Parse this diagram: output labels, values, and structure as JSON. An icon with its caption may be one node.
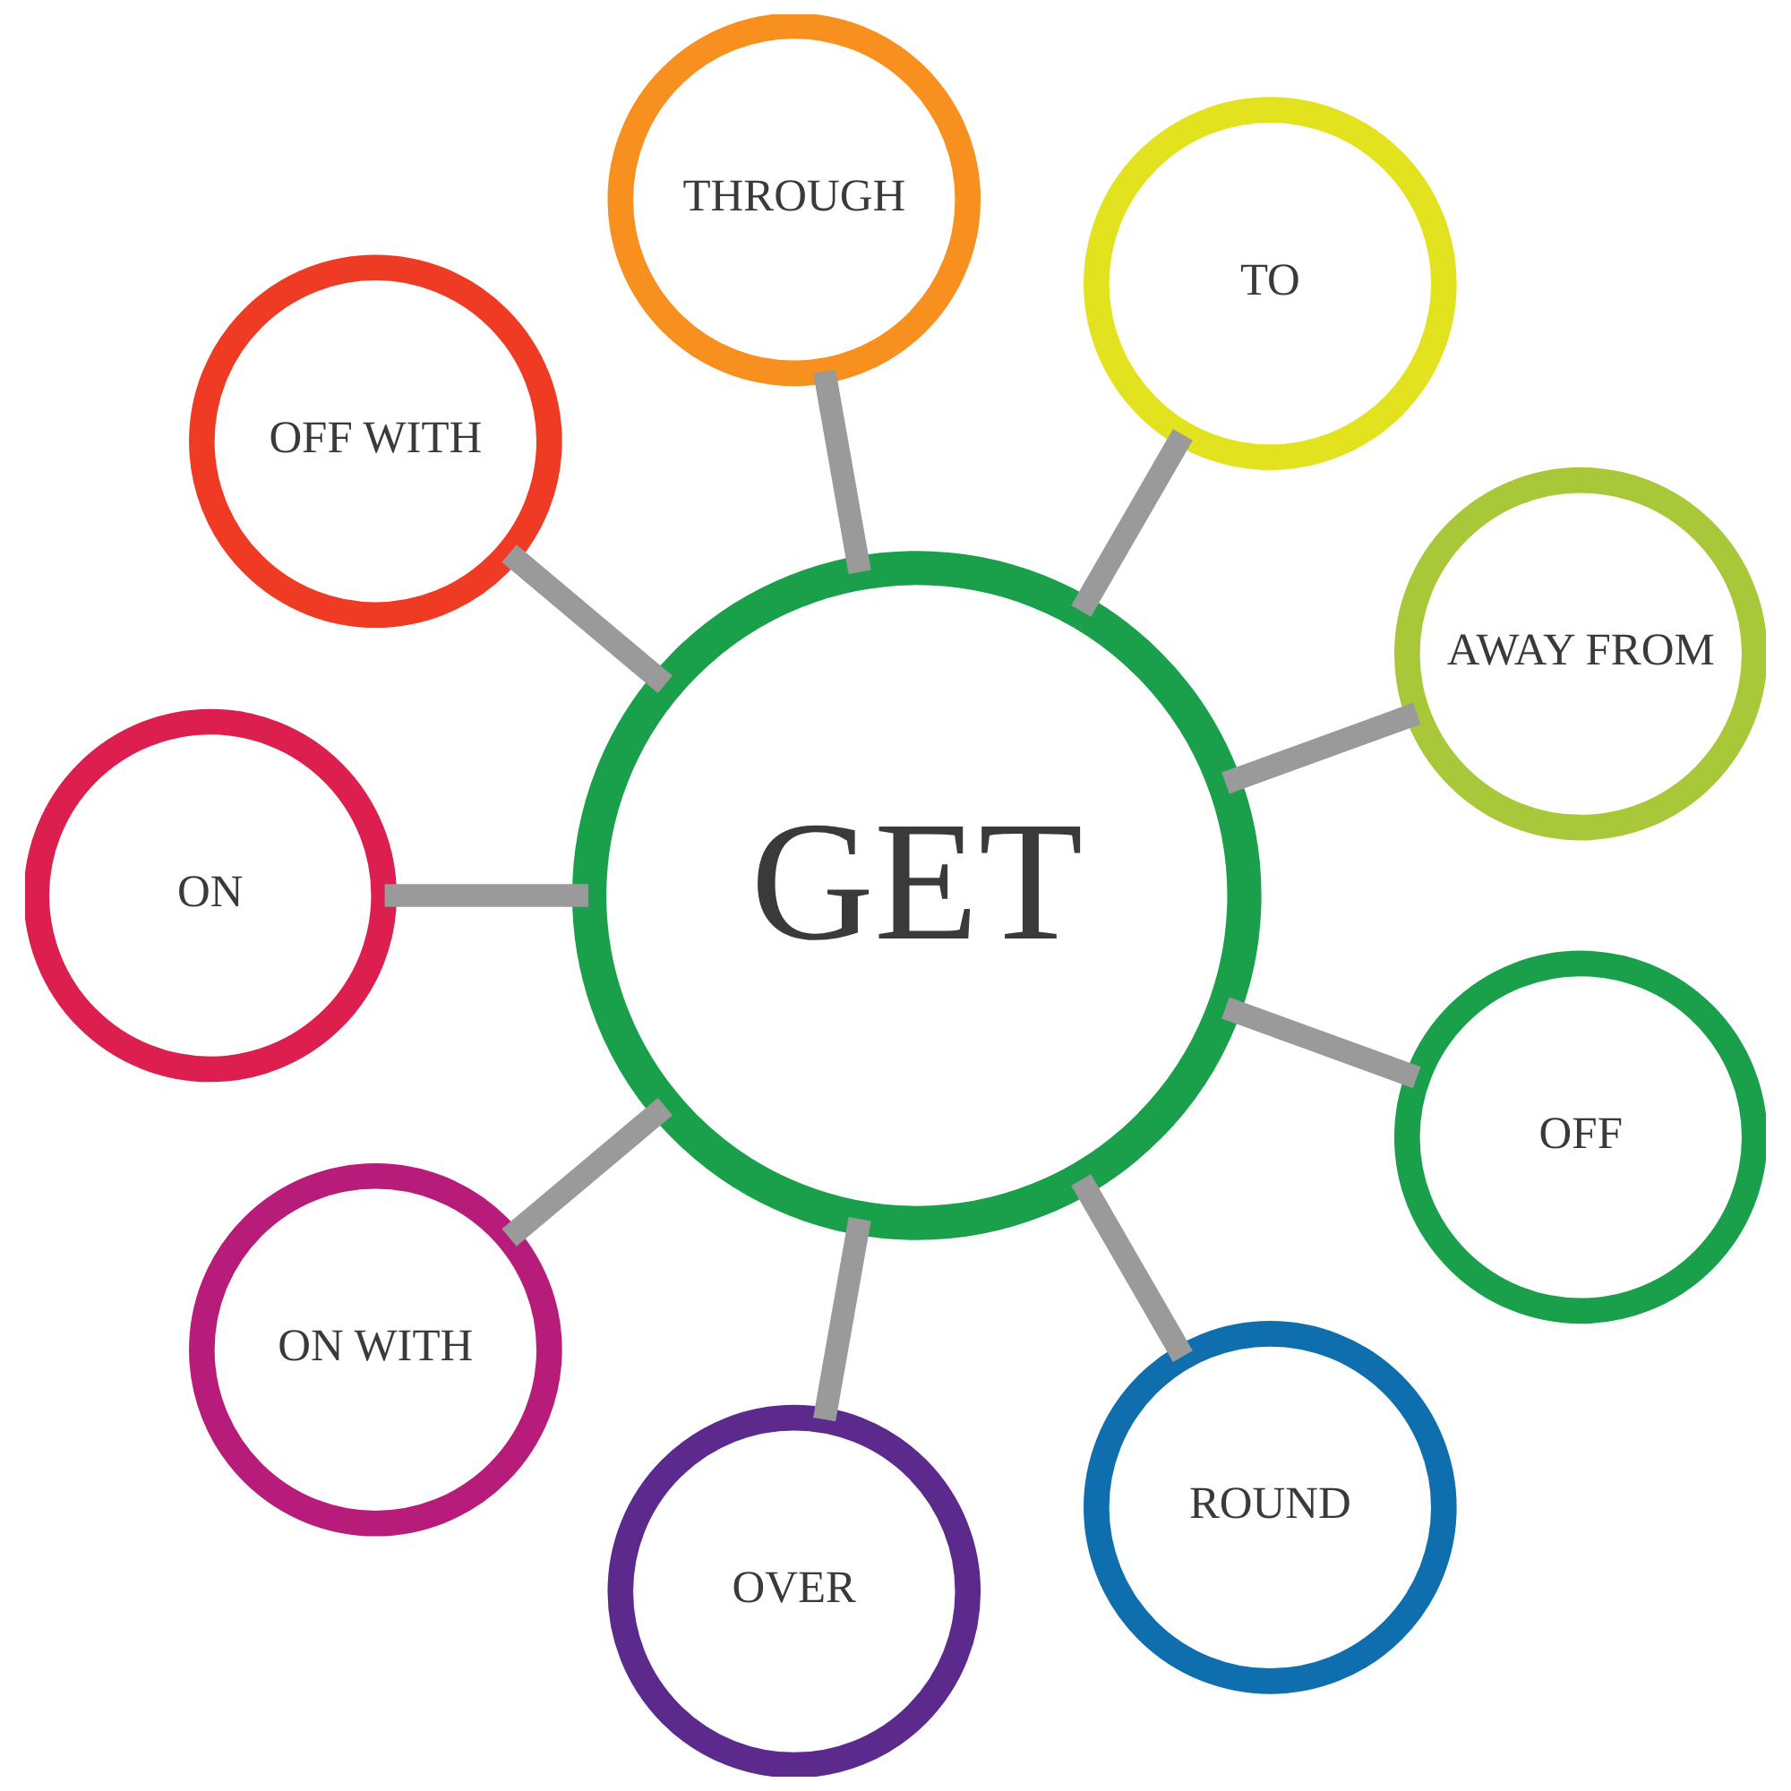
{
  "diagram": {
    "nodes": [
      {
        "text": [
          "GET"
        ]
      },
      {
        "text": [
          "AWAY FROM"
        ]
      },
      {
        "text": [
          "TO"
        ]
      },
      {
        "text": [
          "THROUGH"
        ]
      },
      {
        "text": [
          "OFF WITH"
        ]
      },
      {
        "text": [
          "ON"
        ]
      },
      {
        "text": [
          "ON WITH"
        ]
      },
      {
        "text": [
          "OVER"
        ]
      },
      {
        "text": [
          "ROUND"
        ]
      },
      {
        "text": [
          "OFF"
        ]
      }
    ],
    "edges": [
      {
        "from": 0,
        "to": 1,
        "arrow": "none"
      },
      {
        "from": 0,
        "to": 2,
        "arrow": "none"
      },
      {
        "from": 0,
        "to": 3,
        "arrow": "none"
      },
      {
        "from": 0,
        "to": 4,
        "arrow": "none"
      },
      {
        "from": 0,
        "to": 5,
        "arrow": "none"
      },
      {
        "from": 0,
        "to": 6,
        "arrow": "none"
      },
      {
        "from": 0,
        "to": 7,
        "arrow": "none"
      },
      {
        "from": 0,
        "to": 8,
        "arrow": "none"
      },
      {
        "from": 0,
        "to": 9,
        "arrow": "none"
      }
    ]
  }
}
